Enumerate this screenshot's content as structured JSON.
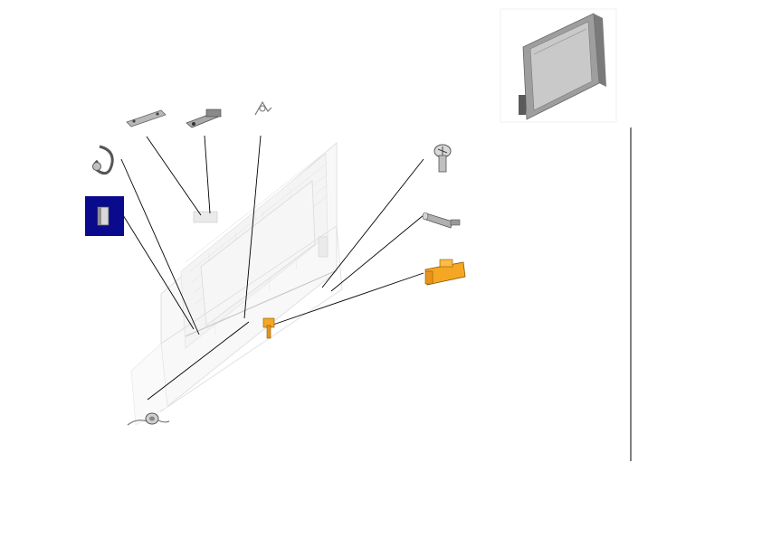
{
  "diagram": {
    "parts": [
      {
        "name": "front-cover-assembly-thumbnail"
      },
      {
        "name": "spring-clip-part"
      },
      {
        "name": "selected-pin-part"
      },
      {
        "name": "flat-link-part"
      },
      {
        "name": "hinge-bracket-part"
      },
      {
        "name": "wire-spring-part"
      },
      {
        "name": "torsion-spring-part"
      },
      {
        "name": "screw-part"
      },
      {
        "name": "shaft-part"
      },
      {
        "name": "latch-part"
      }
    ],
    "colors": {
      "highlight_box": "#0a0a8c",
      "orange_part": "#f5a623",
      "gray_part": "#9a9a9a",
      "door_panel": "#7d7d7d"
    }
  }
}
